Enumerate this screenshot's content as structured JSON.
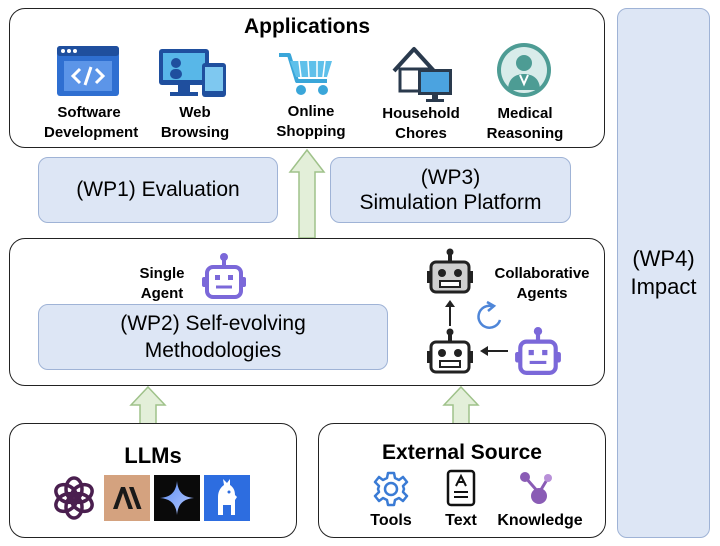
{
  "applications": {
    "title": "Applications",
    "items": [
      {
        "line1": "Software",
        "line2": "Development",
        "icon": "code-window-icon"
      },
      {
        "line1": "Web",
        "line2": "Browsing",
        "icon": "devices-icon"
      },
      {
        "line1": "Online",
        "line2": "Shopping",
        "icon": "shopping-cart-icon"
      },
      {
        "line1": "Household",
        "line2": "Chores",
        "icon": "house-icon"
      },
      {
        "line1": "Medical",
        "line2": "Reasoning",
        "icon": "doctor-icon"
      }
    ]
  },
  "wp1": {
    "label": "(WP1) Evaluation"
  },
  "wp3": {
    "line1": "(WP3)",
    "line2": "Simulation Platform"
  },
  "wp2": {
    "line1": "(WP2) Self-evolving",
    "line2": "Methodologies",
    "single_agent": {
      "line1": "Single",
      "line2": "Agent"
    },
    "collaborative": {
      "line1": "Collaborative",
      "line2": "Agents"
    }
  },
  "wp4": {
    "line1": "(WP4)",
    "line2": "Impact"
  },
  "llms": {
    "title": "LLMs",
    "logos": [
      "openai-logo-icon",
      "anthropic-logo-icon",
      "gemini-logo-icon",
      "llama-logo-icon"
    ]
  },
  "external": {
    "title": "External Source",
    "items": [
      {
        "label": "Tools",
        "icon": "gear-icon"
      },
      {
        "label": "Text",
        "icon": "document-icon"
      },
      {
        "label": "Knowledge",
        "icon": "graph-icon"
      }
    ]
  },
  "colors": {
    "blue_fill": "#dde6f5",
    "arrow_fill": "#e3efd9",
    "arrow_stroke": "#9fc28a",
    "robot_purple": "#7b68d9"
  }
}
